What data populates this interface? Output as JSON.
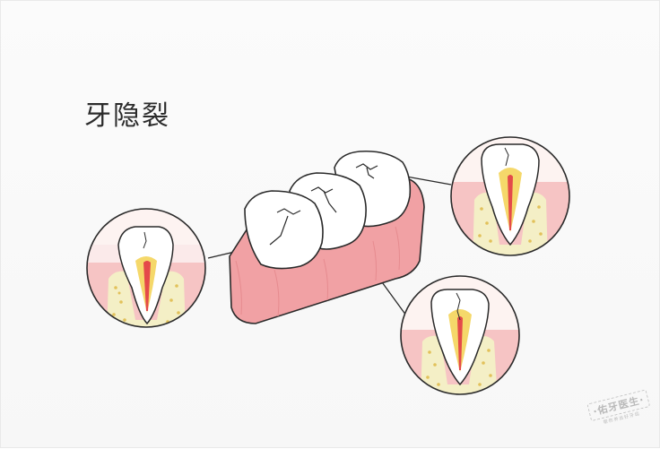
{
  "title": "牙隐裂",
  "colors": {
    "gum": "#f2a3a6",
    "gum_light": "#f8c6c6",
    "gum_pale": "#f9dcdc",
    "outline": "#2a2a2a",
    "tooth": "#ffffff",
    "pulp_yellow": "#f6dc6f",
    "pulp_red": "#e44a4a",
    "bone": "#f3efc9",
    "bone_dots": "#e4c55c",
    "bubble_bg": "#fbeaea"
  },
  "watermark": {
    "main": "·佑牙医生·",
    "sub": "帮你养出好牙齿"
  }
}
